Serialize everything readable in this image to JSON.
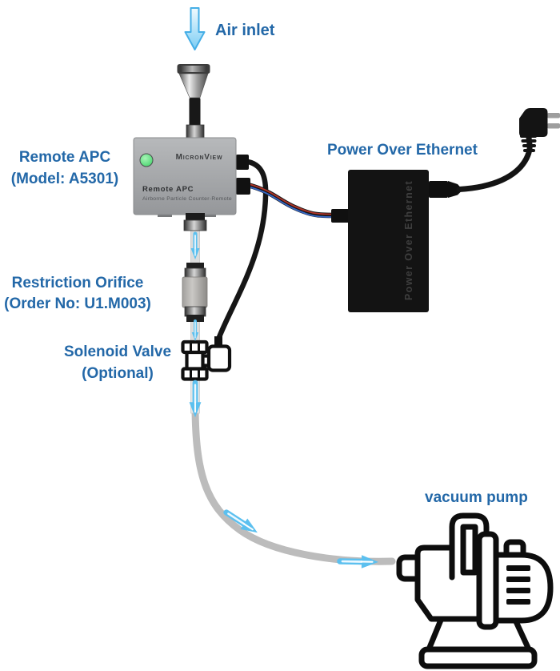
{
  "labels": {
    "air_inlet": "Air inlet",
    "remote_apc": {
      "line1": "Remote APC",
      "line2": "(Model: A5301)"
    },
    "poe": "Power Over Ethernet",
    "restriction_orifice": {
      "line1": "Restriction Orifice",
      "line2": "(Order No: U1.M003)"
    },
    "solenoid_valve": {
      "line1": "Solenoid Valve",
      "line2": "(Optional)"
    },
    "vacuum_pump": "vacuum pump"
  },
  "device": {
    "brand": "MicronView",
    "model_name": "Remote APC",
    "subtitle": "Airborne Particle Counter-Remote"
  },
  "poe_box": {
    "vertical_label": "Power Over Ethernet"
  },
  "colors": {
    "label_blue": "#2368a8",
    "flow_arrow_blue": "#5cc0ef",
    "tube_gray": "#bcbcbc",
    "light_tube_gray": "#dcdcdc",
    "device_gray": "#a9abad",
    "led_green": "#55e47c",
    "cable_black": "#161616",
    "wire_red": "#b23428",
    "wire_blue": "#3668c9"
  },
  "icons": [
    {
      "name": "flow-arrow-icon",
      "represents": "air flow direction arrow"
    },
    {
      "name": "air-inlet-funnel-icon",
      "represents": "air inlet funnel"
    },
    {
      "name": "power-plug-icon",
      "represents": "mains power plug"
    },
    {
      "name": "vacuum-pump-icon",
      "represents": "vacuum pump"
    }
  ]
}
